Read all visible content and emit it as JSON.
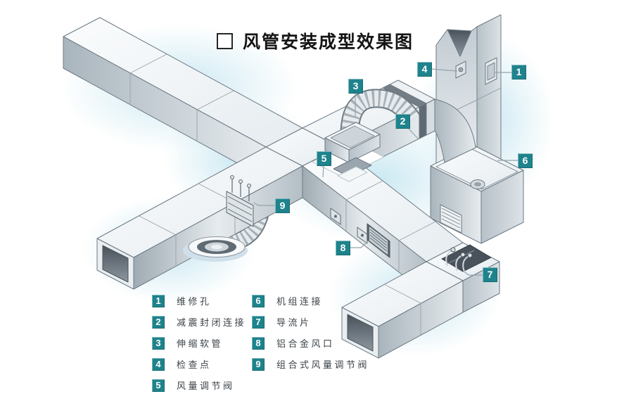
{
  "title": {
    "checkbox_icon": "checkbox-outline",
    "text": "风管安装成型效果图"
  },
  "callouts": [
    {
      "num": "1",
      "label": "维修孔"
    },
    {
      "num": "2",
      "label": "减震封闭连接"
    },
    {
      "num": "3",
      "label": "伸缩软管"
    },
    {
      "num": "4",
      "label": "检查点"
    },
    {
      "num": "5",
      "label": "风量调节阀"
    },
    {
      "num": "6",
      "label": "机组连接"
    },
    {
      "num": "7",
      "label": "导流片"
    },
    {
      "num": "8",
      "label": "铝合金风口"
    },
    {
      "num": "9",
      "label": "组合式风量调节阀"
    }
  ],
  "colors": {
    "badge_bg": "#1e838c",
    "badge_text": "#ffffff",
    "glow": "#97d2e5",
    "duct_edge": "#6e7a84",
    "title_text": "#141414",
    "legend_text": "#3c4348"
  }
}
